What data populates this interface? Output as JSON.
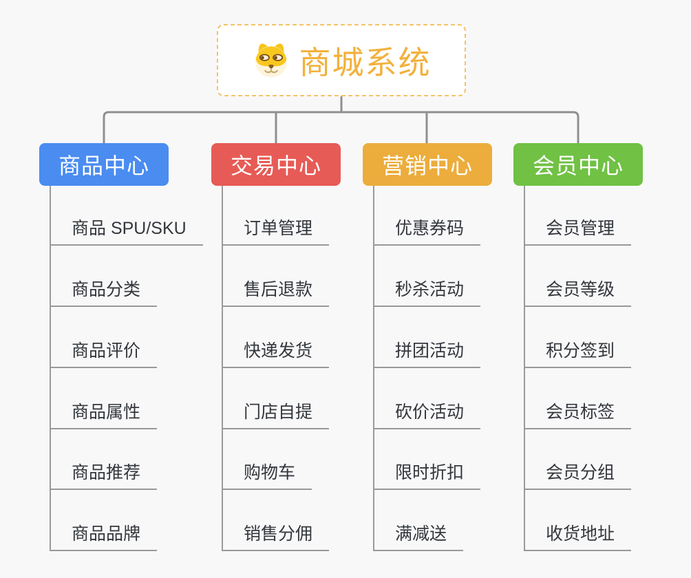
{
  "page": {
    "background": "#f8f8f9"
  },
  "root": {
    "title": "商城系统",
    "icon": "dog-face-icon",
    "title_color": "#f2b13c",
    "border_color": "#f5c268",
    "background": "#ffffff"
  },
  "connectors": {
    "rail_color": "#8f8f8f",
    "spine_color": "#9a9a9a",
    "underline_color": "#989898"
  },
  "branches": [
    {
      "label": "商品中心",
      "color": "#4a8cf0",
      "children": [
        "商品 SPU/SKU",
        "商品分类",
        "商品评价",
        "商品属性",
        "商品推荐",
        "商品品牌"
      ]
    },
    {
      "label": "交易中心",
      "color": "#e75b56",
      "children": [
        "订单管理",
        "售后退款",
        "快递发货",
        "门店自提",
        "购物车",
        "销售分佣"
      ]
    },
    {
      "label": "营销中心",
      "color": "#ecad3c",
      "children": [
        "优惠券码",
        "秒杀活动",
        "拼团活动",
        "砍价活动",
        "限时折扣",
        "满减送"
      ]
    },
    {
      "label": "会员中心",
      "color": "#70c144",
      "children": [
        "会员管理",
        "会员等级",
        "积分签到",
        "会员标签",
        "会员分组",
        "收货地址"
      ]
    }
  ]
}
